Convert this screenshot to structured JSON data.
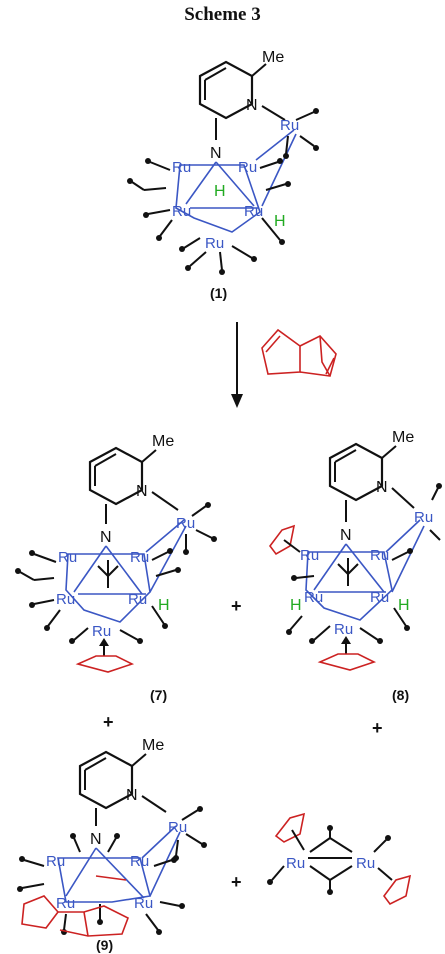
{
  "scheme_title": "Scheme 3",
  "labels": {
    "Me": "Me",
    "N": "N",
    "Ru": "Ru",
    "H": "H",
    "plus": "+"
  },
  "compounds": {
    "c1": "(1)",
    "c7": "(7)",
    "c8": "(8)",
    "c9": "(9)"
  },
  "colors": {
    "ruthenium": "#3b57c4",
    "hydride": "#22aa22",
    "hydrocarbon": "#cc2222",
    "bond": "#111111"
  }
}
